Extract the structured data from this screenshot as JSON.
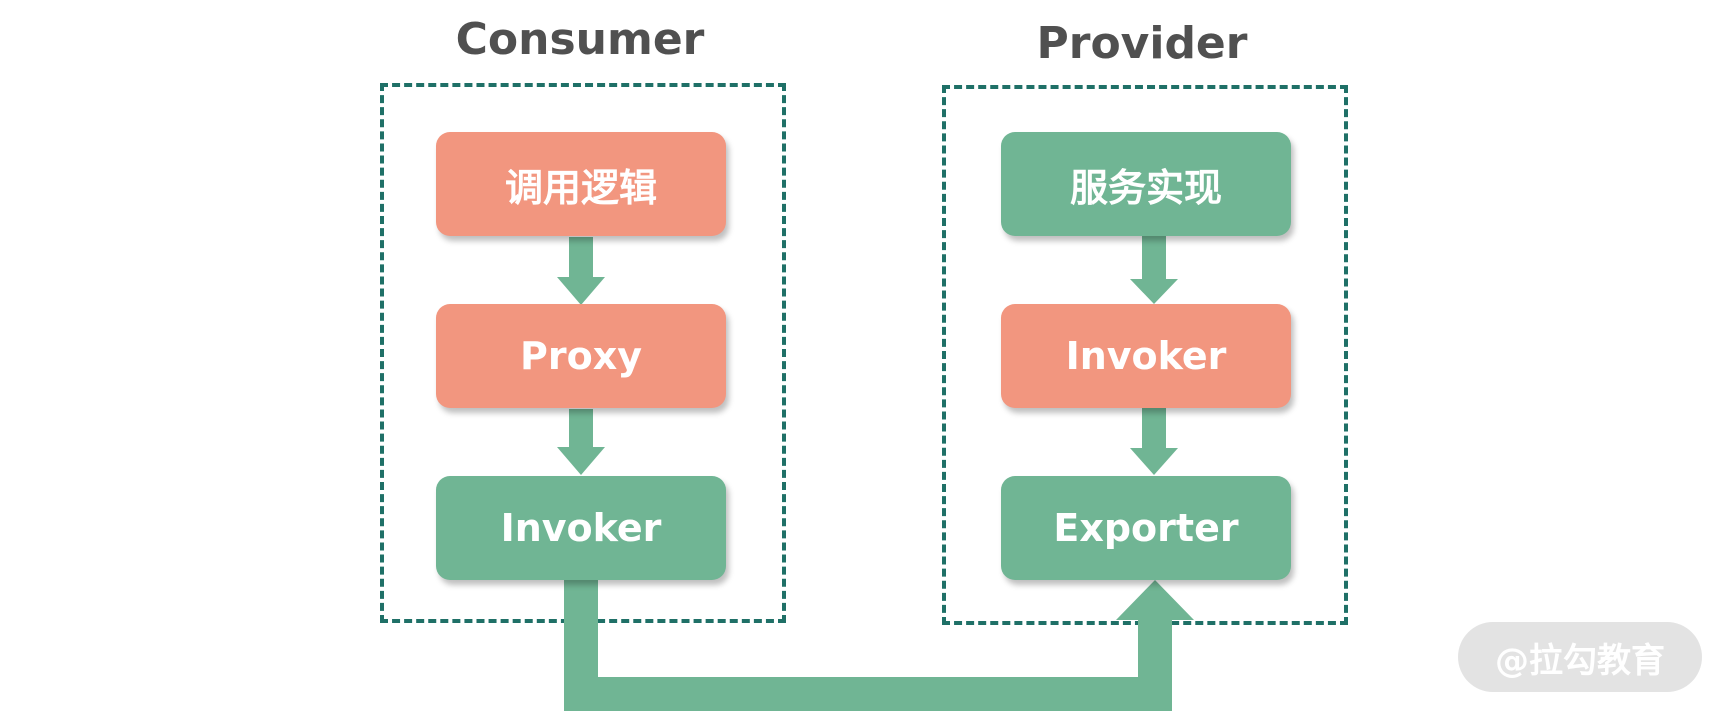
{
  "consumer": {
    "title": "Consumer",
    "nodes": [
      {
        "label": "调用逻辑",
        "color": "#f2967f"
      },
      {
        "label": "Proxy",
        "color": "#f2967f"
      },
      {
        "label": "Invoker",
        "color": "#70b594"
      }
    ]
  },
  "provider": {
    "title": "Provider",
    "nodes": [
      {
        "label": "服务实现",
        "color": "#70b594"
      },
      {
        "label": "Invoker",
        "color": "#f2967f"
      },
      {
        "label": "Exporter",
        "color": "#70b594"
      }
    ]
  },
  "colors": {
    "group_border": "#1f7067",
    "arrow": "#70b594",
    "salmon": "#f2967f",
    "green": "#70b594"
  },
  "watermark": "@拉勾教育"
}
